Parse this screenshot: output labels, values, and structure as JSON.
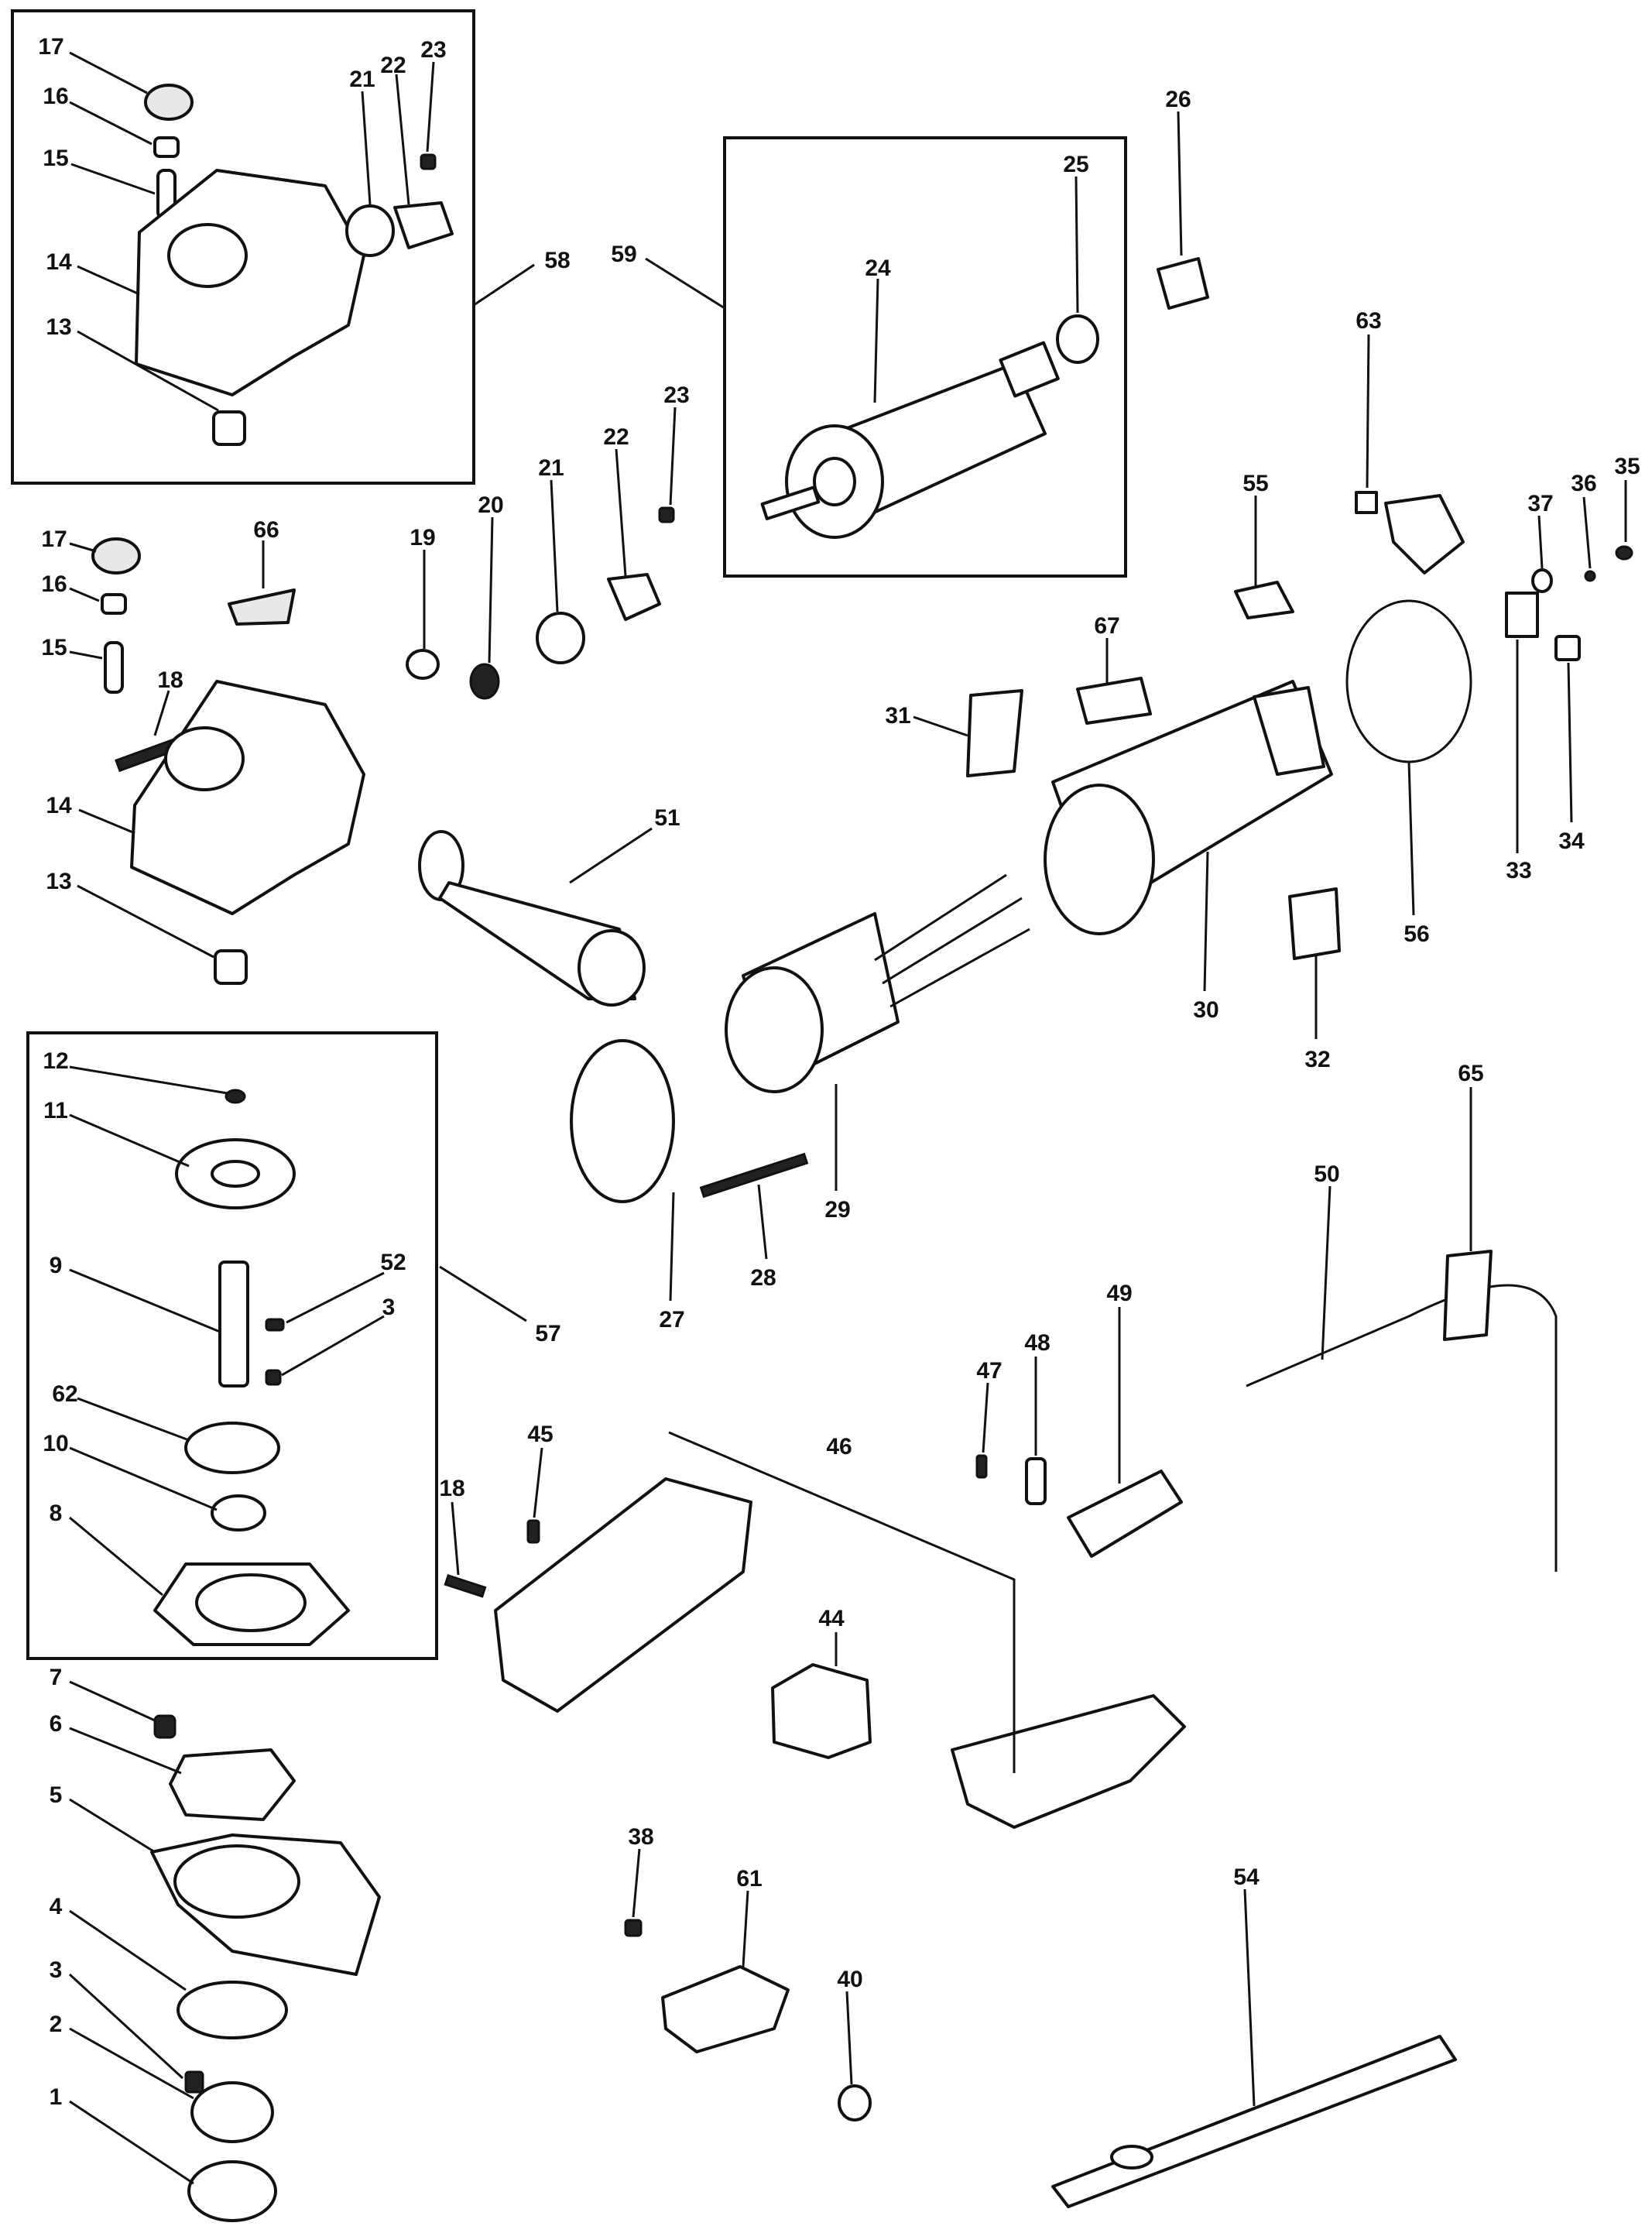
{
  "callouts": {
    "n1": "1",
    "n2": "2",
    "n3": "3",
    "n3b": "3",
    "n4": "4",
    "n5": "5",
    "n6": "6",
    "n7": "7",
    "n8": "8",
    "n9": "9",
    "n10": "10",
    "n11": "11",
    "n12": "12",
    "n13": "13",
    "n13b": "13",
    "n14": "14",
    "n14b": "14",
    "n15": "15",
    "n15b": "15",
    "n16": "16",
    "n16b": "16",
    "n17": "17",
    "n17b": "17",
    "n18": "18",
    "n18b": "18",
    "n19": "19",
    "n20": "20",
    "n21": "21",
    "n21b": "21",
    "n22": "22",
    "n22b": "22",
    "n23": "23",
    "n23b": "23",
    "n24": "24",
    "n25": "25",
    "n26": "26",
    "n27": "27",
    "n28": "28",
    "n29": "29",
    "n30": "30",
    "n31": "31",
    "n32": "32",
    "n33": "33",
    "n34": "34",
    "n35": "35",
    "n36": "36",
    "n37": "37",
    "n38": "38",
    "n40": "40",
    "n44": "44",
    "n45": "45",
    "n46": "46",
    "n47": "47",
    "n48": "48",
    "n49": "49",
    "n50": "50",
    "n51": "51",
    "n52": "52",
    "n54": "54",
    "n55": "55",
    "n56": "56",
    "n57": "57",
    "n58": "58",
    "n59": "59",
    "n61": "61",
    "n62": "62",
    "n63": "63",
    "n65": "65",
    "n66": "66",
    "n67": "67"
  }
}
